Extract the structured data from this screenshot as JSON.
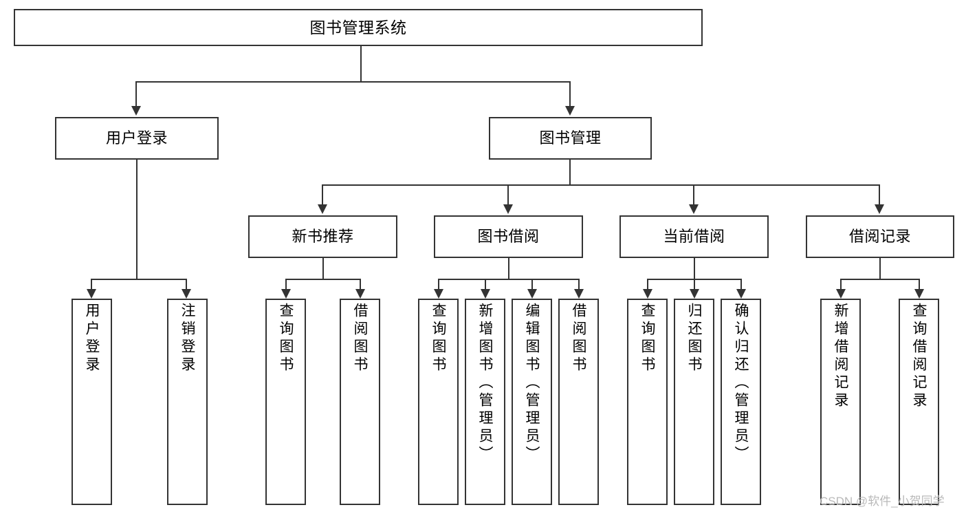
{
  "diagram": {
    "title": "图书管理系统",
    "type": "hierarchy-tree",
    "root": {
      "label": "图书管理系统"
    },
    "level2": [
      {
        "label": "用户登录"
      },
      {
        "label": "图书管理"
      }
    ],
    "level3": [
      {
        "label": "新书推荐"
      },
      {
        "label": "图书借阅"
      },
      {
        "label": "当前借阅"
      },
      {
        "label": "借阅记录"
      }
    ],
    "leaves": {
      "user_login": [
        {
          "label": "用户登录"
        },
        {
          "label": "注销登录"
        }
      ],
      "new_book_recommend": [
        {
          "label": "查询图书"
        },
        {
          "label": "借阅图书"
        }
      ],
      "book_borrow": [
        {
          "label": "查询图书"
        },
        {
          "label": "新增图书（管理员）"
        },
        {
          "label": "编辑图书（管理员）"
        },
        {
          "label": "借阅图书"
        }
      ],
      "current_borrow": [
        {
          "label": "查询图书"
        },
        {
          "label": "归还图书"
        },
        {
          "label": "确认归还（管理员）"
        }
      ],
      "borrow_record": [
        {
          "label": "新增借阅记录"
        },
        {
          "label": "查询借阅记录"
        }
      ]
    }
  },
  "watermark": {
    "text": "CSDN @软件_小贺同学"
  },
  "colors": {
    "stroke": "#333333",
    "background": "#ffffff",
    "text": "#000000",
    "watermark": "#b9b9b9"
  }
}
